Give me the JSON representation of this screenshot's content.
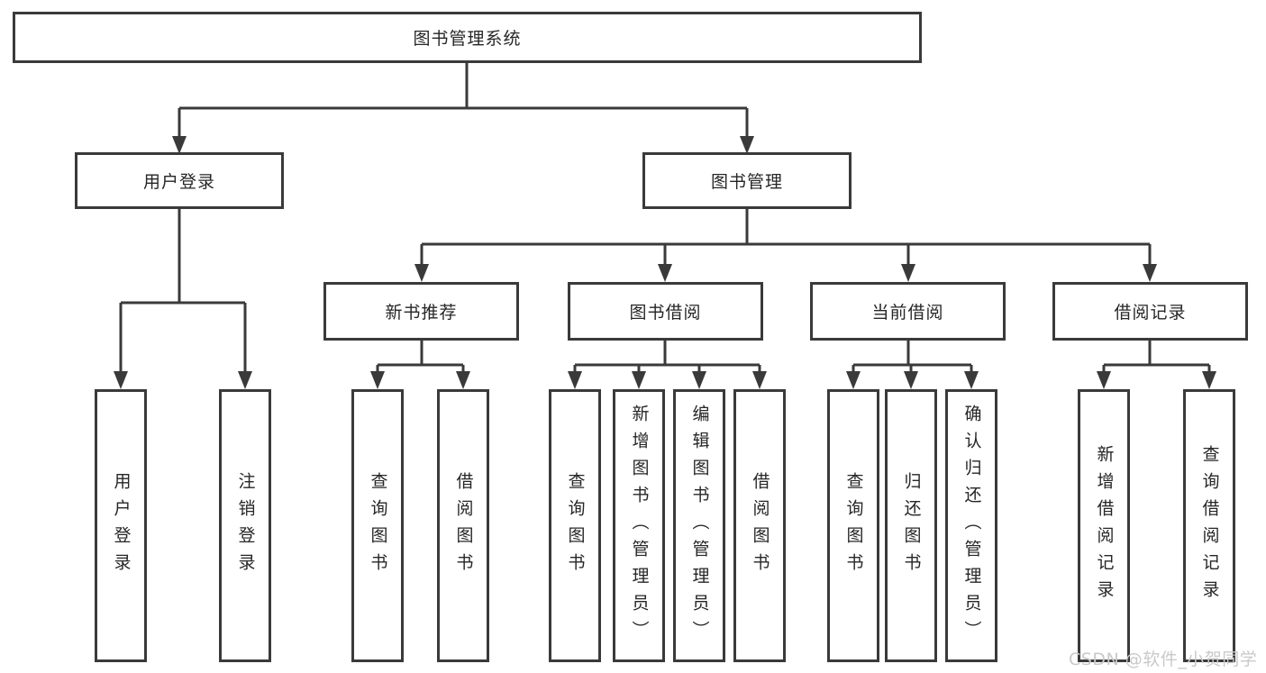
{
  "tree": {
    "root": {
      "label": "图书管理系统"
    },
    "user_login": {
      "label": "用户登录",
      "children": [
        {
          "label": "用户登录"
        },
        {
          "label": "注销登录"
        }
      ]
    },
    "book_mgmt": {
      "label": "图书管理"
    },
    "modules": [
      {
        "label": "新书推荐",
        "children": [
          {
            "label": "查询图书"
          },
          {
            "label": "借阅图书"
          }
        ]
      },
      {
        "label": "图书借阅",
        "children": [
          {
            "label": "查询图书"
          },
          {
            "label": "新增图书（管理员）"
          },
          {
            "label": "编辑图书（管理员）"
          },
          {
            "label": "借阅图书"
          }
        ]
      },
      {
        "label": "当前借阅",
        "children": [
          {
            "label": "查询图书"
          },
          {
            "label": "归还图书"
          },
          {
            "label": "确认归还（管理员）"
          }
        ]
      },
      {
        "label": "借阅记录",
        "children": [
          {
            "label": "新增借阅记录"
          },
          {
            "label": "查询借阅记录"
          }
        ]
      }
    ]
  },
  "watermark": {
    "text": "CSDN @软件_小贺同学"
  },
  "colors": {
    "line": "#3a3a3a",
    "text": "#262626",
    "watermark": "#c9c9c9",
    "background": "#ffffff"
  }
}
